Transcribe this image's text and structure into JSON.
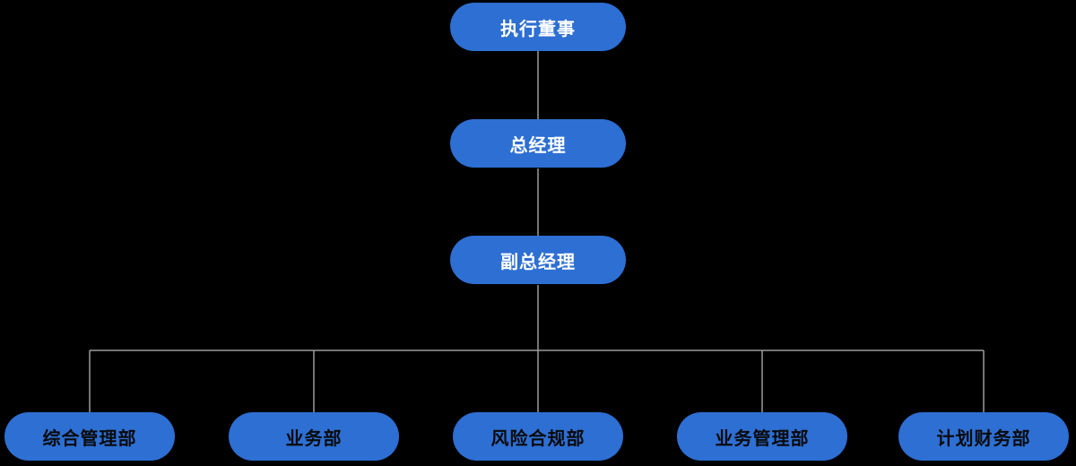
{
  "org_chart": {
    "type": "org-tree",
    "levels": [
      {
        "role": "executive-director",
        "nodes": [
          "执行董事"
        ]
      },
      {
        "role": "general-manager",
        "nodes": [
          "总经理"
        ]
      },
      {
        "role": "deputy-general-manager",
        "nodes": [
          "副总经理"
        ]
      },
      {
        "role": "departments",
        "nodes": [
          "综合管理部",
          "业务部",
          "风险合规部",
          "业务管理部",
          "计划财务部"
        ]
      }
    ]
  },
  "colors": {
    "background": "#000000",
    "node_fill": "#2D6FD3",
    "node_text_upper_levels": "#FFFFFF",
    "node_text_departments": "#0A0A0A",
    "connector": "#9B9B9B"
  }
}
